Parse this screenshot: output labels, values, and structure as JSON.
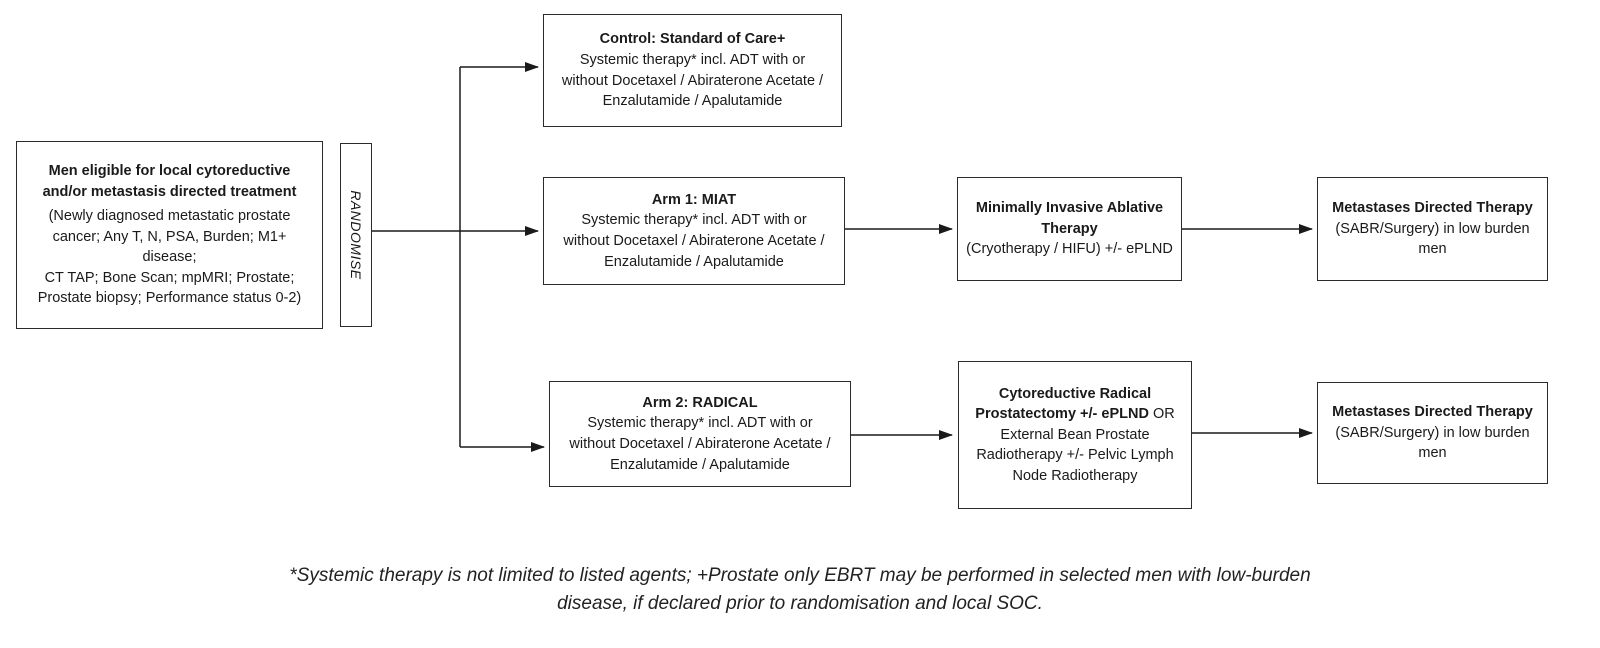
{
  "boxes": {
    "eligibility": {
      "title": "Men eligible for local cytoreductive\nand/or metastasis directed treatment",
      "body": "(Newly diagnosed metastatic prostate\ncancer; Any T, N, PSA, Burden; M1+ disease;\nCT TAP; Bone Scan; mpMRI; Prostate;\nProstate biopsy; Performance status 0-2)"
    },
    "randomise": {
      "label": "RANDOMISE"
    },
    "control": {
      "title": "Control: Standard of Care+",
      "body": "Systemic therapy* incl. ADT with or\nwithout Docetaxel / Abiraterone Acetate /\nEnzalutamide / Apalutamide"
    },
    "arm1": {
      "title": "Arm 1: MIAT",
      "body": "Systemic therapy* incl. ADT with or\nwithout Docetaxel / Abiraterone Acetate /\nEnzalutamide / Apalutamide"
    },
    "miat": {
      "title": "Minimally Invasive Ablative\nTherapy",
      "body": "(Cryotherapy / HIFU) +/- ePLND"
    },
    "mdt1": {
      "title": "Metastases Directed Therapy",
      "body": "(SABR/Surgery) in low burden\nmen"
    },
    "arm2": {
      "title": "Arm 2: RADICAL",
      "body": "Systemic therapy* incl. ADT with or\nwithout Docetaxel / Abiraterone Acetate /\nEnzalutamide / Apalutamide"
    },
    "radical": {
      "title1": "Cytoreductive Radical",
      "title2": "Prostatectomy +/- ePLND",
      "or": " OR",
      "body": "External Bean Prostate\nRadiotherapy +/- Pelvic Lymph\nNode Radiotherapy"
    },
    "mdt2": {
      "title": "Metastases Directed Therapy",
      "body": "(SABR/Surgery) in low burden\nmen"
    }
  },
  "footnote": "*Systemic therapy is not limited to listed agents; +Prostate only EBRT may be performed in selected men with low-burden\ndisease, if declared prior to randomisation and local SOC."
}
